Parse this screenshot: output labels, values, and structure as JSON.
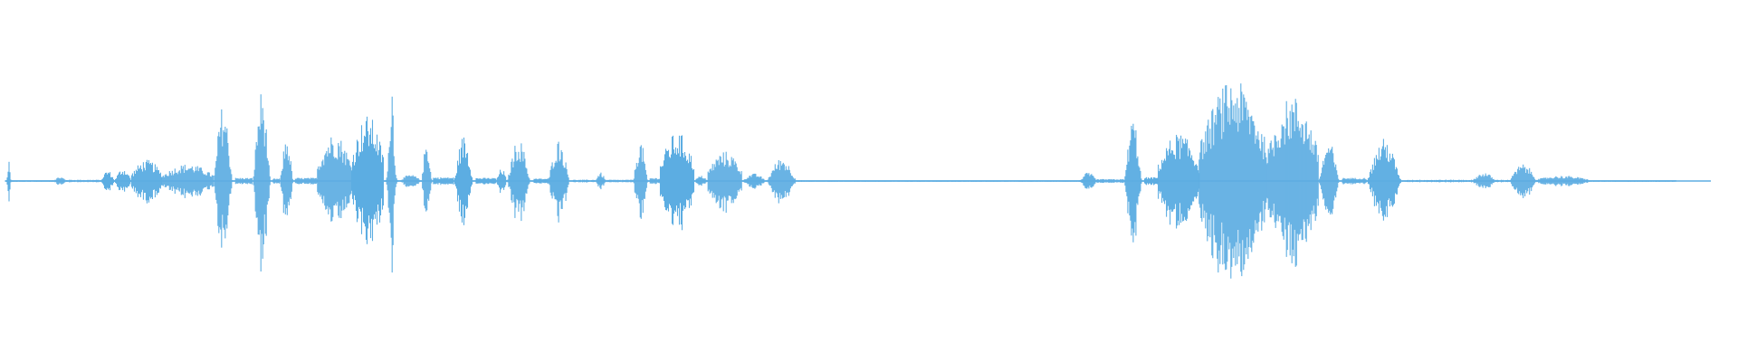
{
  "waveform": {
    "color": "#5dade2",
    "background": "#ffffff",
    "normalized_duration": 1.0,
    "segments": [
      {
        "start": 0.0,
        "end": 0.004,
        "amplitude": 0.22,
        "shape": "spike"
      },
      {
        "start": 0.004,
        "end": 0.028,
        "amplitude": 0.01,
        "shape": "flat"
      },
      {
        "start": 0.028,
        "end": 0.036,
        "amplitude": 0.04,
        "shape": "bump"
      },
      {
        "start": 0.036,
        "end": 0.056,
        "amplitude": 0.02,
        "shape": "flat"
      },
      {
        "start": 0.056,
        "end": 0.064,
        "amplitude": 0.1,
        "shape": "bump"
      },
      {
        "start": 0.064,
        "end": 0.074,
        "amplitude": 0.12,
        "shape": "bump"
      },
      {
        "start": 0.074,
        "end": 0.092,
        "amplitude": 0.2,
        "shape": "noisy"
      },
      {
        "start": 0.092,
        "end": 0.122,
        "amplitude": 0.16,
        "shape": "noisy"
      },
      {
        "start": 0.122,
        "end": 0.135,
        "amplitude": 0.72,
        "shape": "burst"
      },
      {
        "start": 0.135,
        "end": 0.145,
        "amplitude": 0.05,
        "shape": "flat"
      },
      {
        "start": 0.145,
        "end": 0.157,
        "amplitude": 0.85,
        "shape": "burst"
      },
      {
        "start": 0.157,
        "end": 0.161,
        "amplitude": 0.04,
        "shape": "flat"
      },
      {
        "start": 0.161,
        "end": 0.17,
        "amplitude": 0.42,
        "shape": "burst"
      },
      {
        "start": 0.17,
        "end": 0.183,
        "amplitude": 0.05,
        "shape": "flat"
      },
      {
        "start": 0.183,
        "end": 0.203,
        "amplitude": 0.45,
        "shape": "noisy"
      },
      {
        "start": 0.203,
        "end": 0.222,
        "amplitude": 0.62,
        "shape": "noisy"
      },
      {
        "start": 0.222,
        "end": 0.231,
        "amplitude": 1.0,
        "shape": "spike"
      },
      {
        "start": 0.231,
        "end": 0.244,
        "amplitude": 0.06,
        "shape": "bump"
      },
      {
        "start": 0.244,
        "end": 0.251,
        "amplitude": 0.39,
        "shape": "burst"
      },
      {
        "start": 0.251,
        "end": 0.263,
        "amplitude": 0.06,
        "shape": "flat"
      },
      {
        "start": 0.263,
        "end": 0.276,
        "amplitude": 0.43,
        "shape": "burst"
      },
      {
        "start": 0.276,
        "end": 0.288,
        "amplitude": 0.05,
        "shape": "flat"
      },
      {
        "start": 0.288,
        "end": 0.294,
        "amplitude": 0.12,
        "shape": "bump"
      },
      {
        "start": 0.294,
        "end": 0.31,
        "amplitude": 0.4,
        "shape": "burst"
      },
      {
        "start": 0.31,
        "end": 0.318,
        "amplitude": 0.04,
        "shape": "flat"
      },
      {
        "start": 0.318,
        "end": 0.333,
        "amplitude": 0.39,
        "shape": "burst"
      },
      {
        "start": 0.333,
        "end": 0.346,
        "amplitude": 0.02,
        "shape": "flat"
      },
      {
        "start": 0.346,
        "end": 0.352,
        "amplitude": 0.08,
        "shape": "bump"
      },
      {
        "start": 0.352,
        "end": 0.368,
        "amplitude": 0.02,
        "shape": "flat"
      },
      {
        "start": 0.368,
        "end": 0.378,
        "amplitude": 0.38,
        "shape": "burst"
      },
      {
        "start": 0.378,
        "end": 0.384,
        "amplitude": 0.05,
        "shape": "flat"
      },
      {
        "start": 0.384,
        "end": 0.404,
        "amplitude": 0.46,
        "shape": "noisy"
      },
      {
        "start": 0.404,
        "end": 0.412,
        "amplitude": 0.05,
        "shape": "bump"
      },
      {
        "start": 0.412,
        "end": 0.432,
        "amplitude": 0.28,
        "shape": "noisy"
      },
      {
        "start": 0.432,
        "end": 0.446,
        "amplitude": 0.07,
        "shape": "bump"
      },
      {
        "start": 0.446,
        "end": 0.467,
        "amplitude": 0.22,
        "shape": "burst"
      },
      {
        "start": 0.467,
        "end": 0.63,
        "amplitude": 0.01,
        "shape": "flat"
      },
      {
        "start": 0.63,
        "end": 0.64,
        "amplitude": 0.08,
        "shape": "bump"
      },
      {
        "start": 0.64,
        "end": 0.656,
        "amplitude": 0.03,
        "shape": "flat"
      },
      {
        "start": 0.656,
        "end": 0.668,
        "amplitude": 0.6,
        "shape": "burst"
      },
      {
        "start": 0.668,
        "end": 0.676,
        "amplitude": 0.06,
        "shape": "flat"
      },
      {
        "start": 0.676,
        "end": 0.7,
        "amplitude": 0.45,
        "shape": "noisy"
      },
      {
        "start": 0.7,
        "end": 0.74,
        "amplitude": 0.95,
        "shape": "noisy"
      },
      {
        "start": 0.74,
        "end": 0.77,
        "amplitude": 0.8,
        "shape": "noisy"
      },
      {
        "start": 0.77,
        "end": 0.784,
        "amplitude": 0.38,
        "shape": "burst"
      },
      {
        "start": 0.784,
        "end": 0.798,
        "amplitude": 0.05,
        "shape": "flat"
      },
      {
        "start": 0.798,
        "end": 0.822,
        "amplitude": 0.4,
        "shape": "burst"
      },
      {
        "start": 0.822,
        "end": 0.86,
        "amplitude": 0.02,
        "shape": "flat"
      },
      {
        "start": 0.86,
        "end": 0.874,
        "amplitude": 0.08,
        "shape": "bump"
      },
      {
        "start": 0.874,
        "end": 0.882,
        "amplitude": 0.02,
        "shape": "flat"
      },
      {
        "start": 0.882,
        "end": 0.898,
        "amplitude": 0.16,
        "shape": "bump"
      },
      {
        "start": 0.898,
        "end": 0.928,
        "amplitude": 0.05,
        "shape": "noisy"
      },
      {
        "start": 0.928,
        "end": 0.98,
        "amplitude": 0.01,
        "shape": "flat"
      }
    ]
  }
}
